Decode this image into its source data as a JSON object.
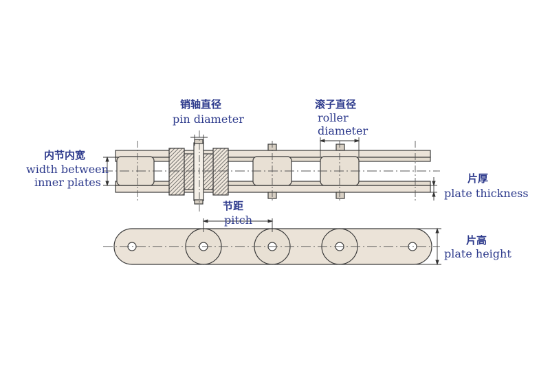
{
  "labels": {
    "pin_diameter": {
      "cn": "销轴直径",
      "en": "pin diameter"
    },
    "roller_diameter": {
      "cn": "滚子直径",
      "en_line1": "roller",
      "en_line2": "diameter"
    },
    "width_between": {
      "cn": "内节内宽",
      "en_line1": "width between",
      "en_line2": "inner plates"
    },
    "plate_thickness": {
      "cn": "片厚",
      "en": "plate thickness"
    },
    "pitch": {
      "cn": "节距",
      "en": "pitch"
    },
    "plate_height": {
      "cn": "片高",
      "en": "plate height"
    }
  },
  "colors": {
    "label_blue": "#2d3a8c",
    "line": "#3a3a3a",
    "plate_fill": "#ebe3d8",
    "roller_fill": "#e8e0d4",
    "hatch": "#555555"
  }
}
